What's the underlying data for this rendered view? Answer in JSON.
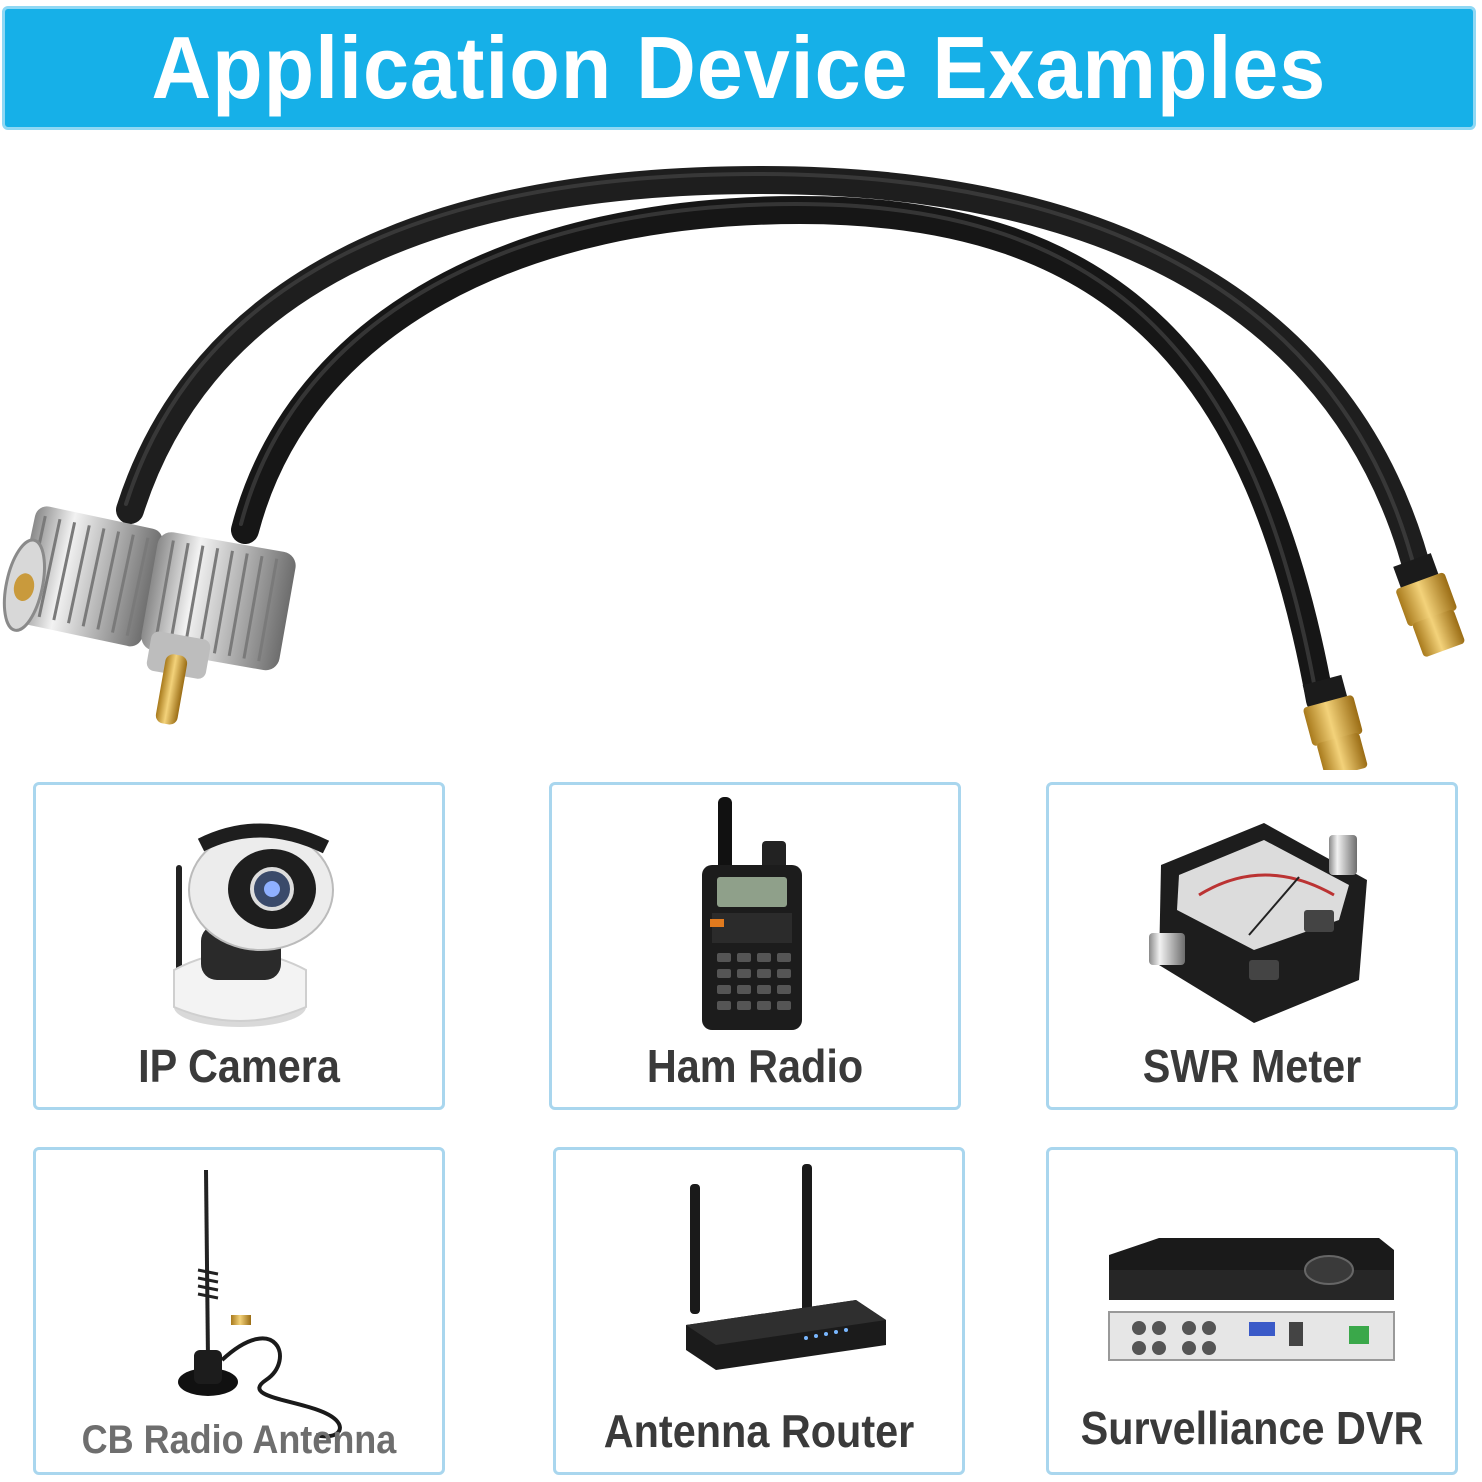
{
  "banner": {
    "title": "Application Device Examples"
  },
  "colors": {
    "banner_bg": "#16b0e8",
    "card_border": "#a9d6ee",
    "label_text": "#3a3a3a"
  },
  "hero": {
    "icon": "coax-cable-pair-illustration"
  },
  "devices": [
    {
      "label": "IP Camera",
      "icon": "ip-camera-icon"
    },
    {
      "label": "Ham Radio",
      "icon": "ham-radio-icon"
    },
    {
      "label": "SWR Meter",
      "icon": "swr-meter-icon"
    },
    {
      "label": "CB Radio Antenna",
      "icon": "antenna-icon"
    },
    {
      "label": "Antenna Router",
      "icon": "router-icon"
    },
    {
      "label": "Survelliance DVR",
      "icon": "dvr-icon"
    }
  ]
}
